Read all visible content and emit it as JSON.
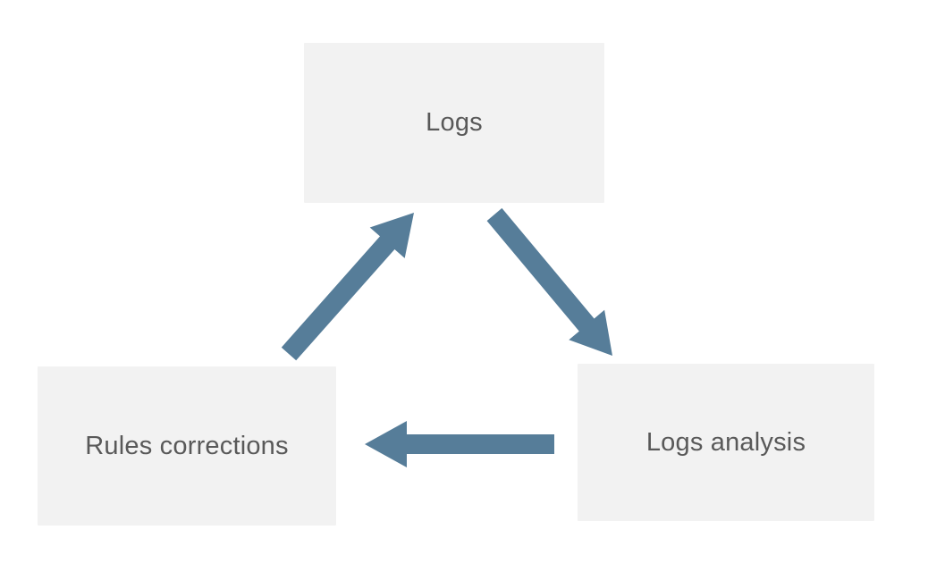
{
  "diagram": {
    "type": "cycle",
    "nodes": [
      {
        "id": "logs",
        "label": "Logs"
      },
      {
        "id": "logs-analysis",
        "label": "Logs analysis"
      },
      {
        "id": "rules-corrections",
        "label": "Rules corrections"
      }
    ],
    "edges": [
      {
        "from": "logs",
        "to": "logs-analysis"
      },
      {
        "from": "logs-analysis",
        "to": "rules-corrections"
      },
      {
        "from": "rules-corrections",
        "to": "logs"
      }
    ],
    "colors": {
      "node_bg": "#f2f2f2",
      "node_text": "#595959",
      "arrow": "#567d99",
      "background": "#ffffff"
    }
  }
}
